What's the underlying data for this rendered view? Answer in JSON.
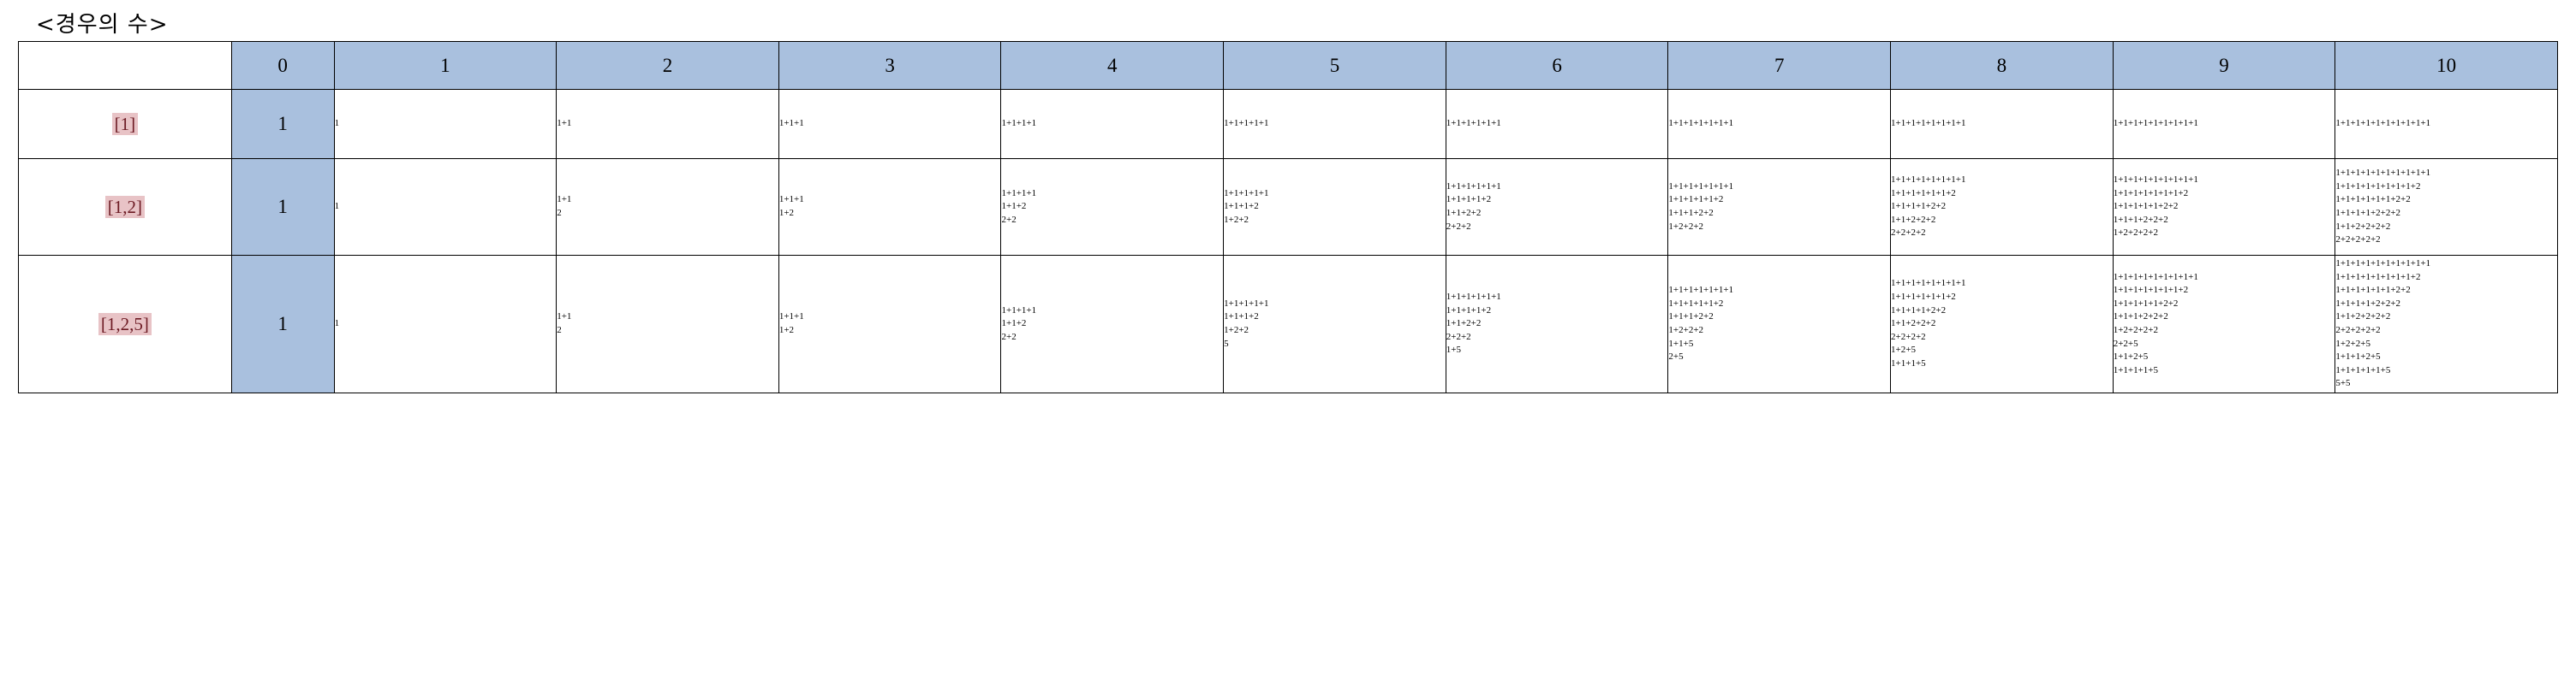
{
  "document": {
    "title": "<경우의 수>"
  },
  "table": {
    "corner_header": "",
    "column_headers": [
      "0",
      "1",
      "2",
      "3",
      "4",
      "5",
      "6",
      "7",
      "8",
      "9",
      "10"
    ],
    "colors": {
      "header_fill": "#a9c0de",
      "count_column_fill": "#a9c0de",
      "row_label_highlight": "#e8c3c6",
      "row_label_text": "#6d1b24",
      "border": "#000000",
      "page_background": "#ffffff"
    },
    "rows": [
      {
        "label": "[1]",
        "count": "1",
        "cells": [
          [
            "1"
          ],
          [
            "1+1"
          ],
          [
            "1+1+1"
          ],
          [
            "1+1+1+1"
          ],
          [
            "1+1+1+1+1"
          ],
          [
            "1+1+1+1+1+1"
          ],
          [
            "1+1+1+1+1+1+1"
          ],
          [
            "1+1+1+1+1+1+1+1"
          ],
          [
            "1+1+1+1+1+1+1+1+1"
          ],
          [
            "1+1+1+1+1+1+1+1+1+1"
          ]
        ]
      },
      {
        "label": "[1,2]",
        "count": "1",
        "cells": [
          [
            "1"
          ],
          [
            "1+1",
            "2"
          ],
          [
            "1+1+1",
            "1+2"
          ],
          [
            "1+1+1+1",
            "1+1+2",
            "2+2"
          ],
          [
            "1+1+1+1+1",
            "1+1+1+2",
            "1+2+2"
          ],
          [
            "1+1+1+1+1+1",
            "1+1+1+1+2",
            "1+1+2+2",
            "2+2+2"
          ],
          [
            "1+1+1+1+1+1+1",
            "1+1+1+1+1+2",
            "1+1+1+2+2",
            "1+2+2+2"
          ],
          [
            "1+1+1+1+1+1+1+1",
            "1+1+1+1+1+1+2",
            "1+1+1+1+2+2",
            "1+1+2+2+2",
            "2+2+2+2"
          ],
          [
            "1+1+1+1+1+1+1+1+1",
            "1+1+1+1+1+1+1+2",
            "1+1+1+1+1+2+2",
            "1+1+1+2+2+2",
            "1+2+2+2+2"
          ],
          [
            "1+1+1+1+1+1+1+1+1+1",
            "1+1+1+1+1+1+1+1+2",
            "1+1+1+1+1+1+2+2",
            "1+1+1+1+2+2+2",
            "1+1+2+2+2+2",
            "2+2+2+2+2"
          ]
        ]
      },
      {
        "label": "[1,2,5]",
        "count": "1",
        "cells": [
          [
            "1"
          ],
          [
            "1+1",
            "2"
          ],
          [
            "1+1+1",
            "1+2"
          ],
          [
            "1+1+1+1",
            "1+1+2",
            "2+2"
          ],
          [
            "1+1+1+1+1",
            "1+1+1+2",
            "1+2+2",
            "5"
          ],
          [
            "1+1+1+1+1+1",
            "1+1+1+1+2",
            "1+1+2+2",
            "2+2+2",
            "1+5"
          ],
          [
            "1+1+1+1+1+1+1",
            "1+1+1+1+1+2",
            "1+1+1+2+2",
            "1+2+2+2",
            "1+1+5",
            "2+5"
          ],
          [
            "1+1+1+1+1+1+1+1",
            "1+1+1+1+1+1+2",
            "1+1+1+1+2+2",
            "1+1+2+2+2",
            "2+2+2+2",
            "1+2+5",
            "1+1+1+5"
          ],
          [
            "1+1+1+1+1+1+1+1+1",
            "1+1+1+1+1+1+1+2",
            "1+1+1+1+1+2+2",
            "1+1+1+2+2+2",
            "1+2+2+2+2",
            "2+2+5",
            "1+1+2+5",
            "1+1+1+1+5"
          ],
          [
            "1+1+1+1+1+1+1+1+1+1",
            "1+1+1+1+1+1+1+1+2",
            "1+1+1+1+1+1+2+2",
            "1+1+1+1+2+2+2",
            "1+1+2+2+2+2",
            "2+2+2+2+2",
            "1+2+2+5",
            "1+1+1+2+5",
            "1+1+1+1+1+5",
            "5+5"
          ]
        ]
      }
    ]
  }
}
